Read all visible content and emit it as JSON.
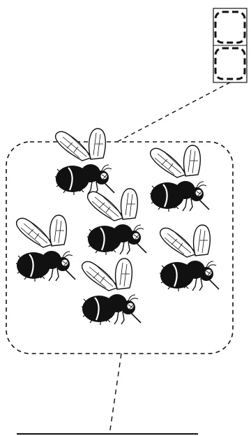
{
  "diagram": {
    "palette": {
      "ink": "#111111",
      "wing_fill": "#ffffff",
      "background": "#ffffff"
    },
    "inset": {
      "frame": "solid",
      "panels": 2,
      "panel_outline": "dashed-rounded-square"
    },
    "zoom": {
      "frame": "dashed-rounded-square",
      "content": "bumblebees",
      "count": 6
    },
    "connectors": [
      "dashed-line",
      "dashed-line"
    ],
    "baseline": "solid-line"
  }
}
